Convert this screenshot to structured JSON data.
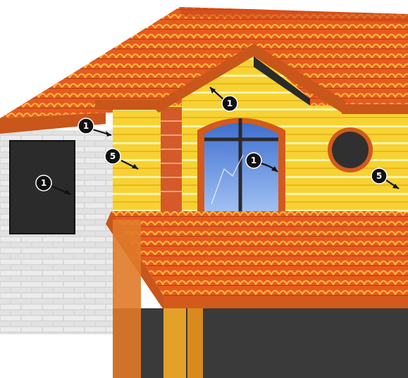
{
  "colors": {
    "roof_tile": "#e65a1f",
    "roof_tile_highlight": "#ffb43a",
    "trim": "#c9561a",
    "wall_yellow": "#f7d232",
    "wall_yellow_stripe": "#fff3b0",
    "brick_wall": "#d9d9d9",
    "brick_mortar": "#f4f4f4",
    "window_glass": "#5a8fe0",
    "dark_panel": "#2b2b2b",
    "vent": "#303030",
    "marker": "#111111"
  },
  "markers": [
    {
      "id": "eave-marker",
      "label": "1"
    },
    {
      "id": "gable-marker",
      "label": "1"
    },
    {
      "id": "window-marker",
      "label": "1"
    },
    {
      "id": "panel-marker",
      "label": "1"
    },
    {
      "id": "left-wall-marker",
      "label": "5"
    },
    {
      "id": "right-wall-marker",
      "label": "5"
    }
  ]
}
